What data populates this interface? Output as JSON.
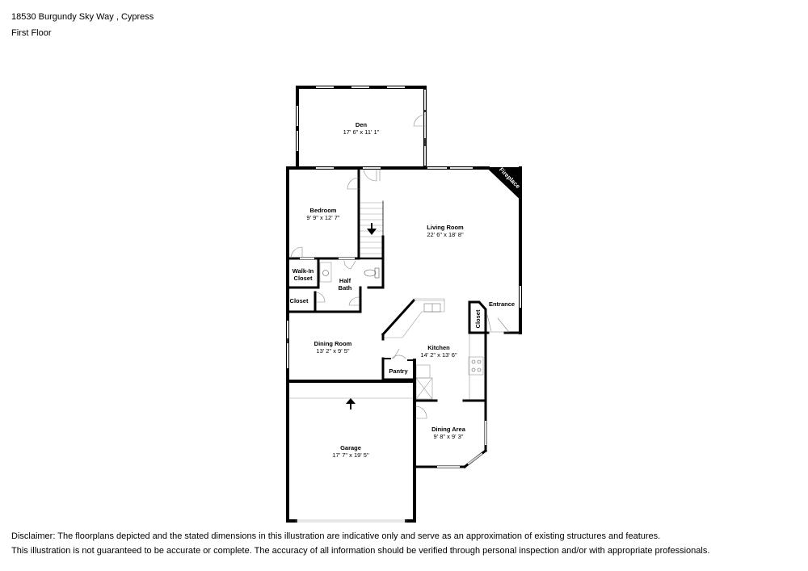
{
  "header": {
    "address": "18530 Burgundy Sky Way , Cypress",
    "floor": "First Floor"
  },
  "rooms": {
    "den": {
      "name": "Den",
      "dims": "17' 6\" x 11' 1\""
    },
    "bedroom": {
      "name": "Bedroom",
      "dims": "9' 9\" x 12' 7\""
    },
    "living_room": {
      "name": "Living Room",
      "dims": "22' 6\" x 18' 8\""
    },
    "walk_in_closet": {
      "name_line1": "Walk-In",
      "name_line2": "Closet"
    },
    "half_bath": {
      "name_line1": "Half",
      "name_line2": "Bath"
    },
    "closet_left": {
      "name": "Closet"
    },
    "closet_entry": {
      "name": "Closet"
    },
    "entrance": {
      "name": "Entrance"
    },
    "fireplace": {
      "name": "Fireplace"
    },
    "dining_room": {
      "name": "Dining Room",
      "dims": "13' 2\" x 9' 5\""
    },
    "kitchen": {
      "name": "Kitchen",
      "dims": "14' 2\" x 13' 6\""
    },
    "pantry": {
      "name": "Pantry"
    },
    "dining_area": {
      "name": "Dining Area",
      "dims": "9' 8\" x 9' 3\""
    },
    "garage": {
      "name": "Garage",
      "dims": "17' 7\" x 19' 5\""
    }
  },
  "disclaimer": {
    "line1": "Disclaimer: The floorplans depicted and the stated dimensions in this illustration are indicative only and serve as an approximation of existing structures and features.",
    "line2": "This illustration is not guaranteed to be accurate or complete. The accuracy of all information should be verified through personal inspection and/or with appropriate professionals."
  }
}
